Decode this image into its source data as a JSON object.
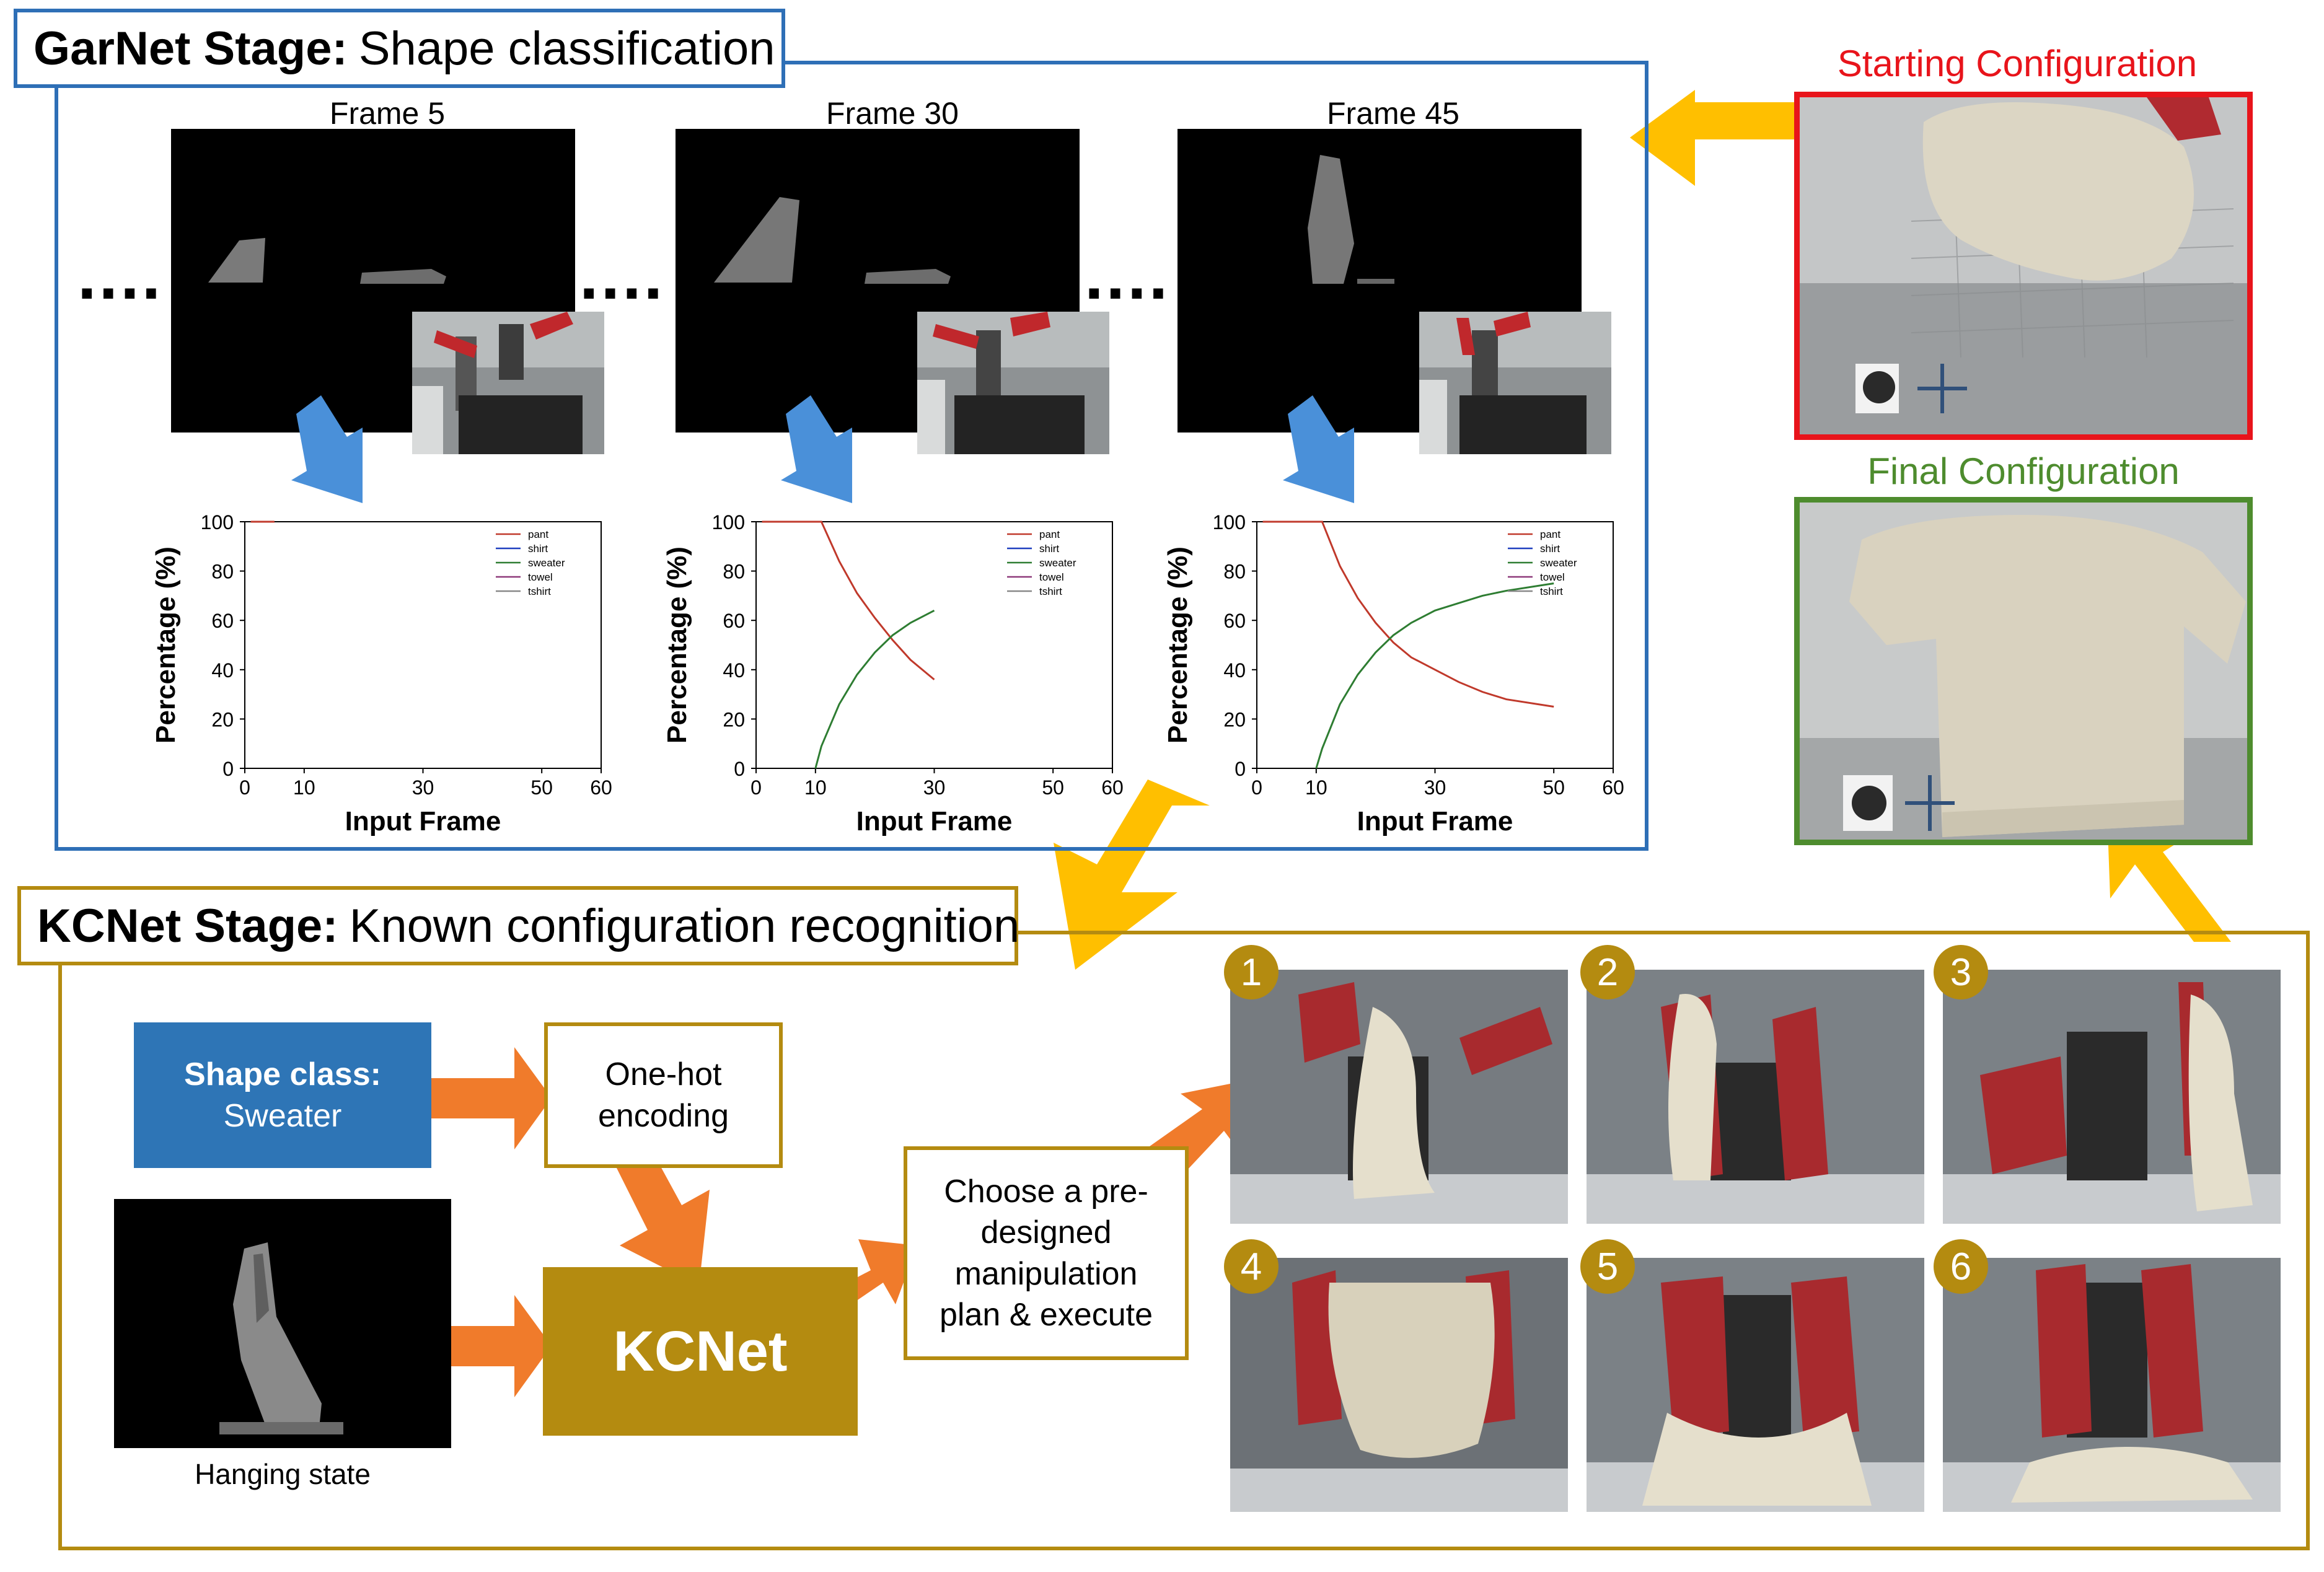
{
  "garnet": {
    "title_bold": "GarNet Stage:",
    "title_rest": "Shape classification",
    "frames": [
      {
        "label": "Frame 5"
      },
      {
        "label": "Frame 30"
      },
      {
        "label": "Frame 45"
      }
    ],
    "ellipsis": "...."
  },
  "config": {
    "starting_label": "Starting Configuration",
    "final_label": "Final Configuration",
    "starting_color": "#e8141b",
    "final_color": "#4e8c2e"
  },
  "kcnet": {
    "title_bold": "KCNet Stage:",
    "title_rest": "Known configuration recognition",
    "shape_class_label": "Shape class:",
    "shape_class_value": "Sweater",
    "onehot_line1": "One-hot",
    "onehot_line2": "encoding",
    "kcnet_label": "KCNet",
    "choose_lines": [
      "Choose a pre-",
      "designed",
      "manipulation",
      "plan & execute"
    ],
    "hanging_label": "Hanging state",
    "steps": [
      "1",
      "2",
      "3",
      "4",
      "5",
      "6"
    ]
  },
  "colors": {
    "garnet_border": "#2e6fb6",
    "kcnet_border": "#b48b10",
    "shape_class_fill": "#2e75b6",
    "kcnet_fill": "#b48b10",
    "yellow_arrow": "#ffbf00",
    "orange_arrow": "#f07b2b",
    "blue_arrow": "#4a90d9"
  },
  "chart_data": [
    {
      "type": "line",
      "xlabel": "Input Frame",
      "ylabel": "Percentage (%)",
      "xlim": [
        0,
        60
      ],
      "ylim": [
        0,
        100
      ],
      "xticks": [
        0,
        10,
        30,
        50,
        60
      ],
      "yticks": [
        0,
        20,
        40,
        60,
        80,
        100
      ],
      "legend": [
        "pant",
        "shirt",
        "sweater",
        "towel",
        "tshirt"
      ],
      "legend_position": "top-right",
      "series": [
        {
          "name": "pant",
          "color": "#c0392b",
          "x": [
            1,
            5
          ],
          "y": [
            100,
            100
          ]
        }
      ]
    },
    {
      "type": "line",
      "xlabel": "Input Frame",
      "ylabel": "Percentage (%)",
      "xlim": [
        0,
        60
      ],
      "ylim": [
        0,
        100
      ],
      "xticks": [
        0,
        10,
        30,
        50,
        60
      ],
      "yticks": [
        0,
        20,
        40,
        60,
        80,
        100
      ],
      "legend": [
        "pant",
        "shirt",
        "sweater",
        "towel",
        "tshirt"
      ],
      "legend_position": "top-right",
      "series": [
        {
          "name": "pant",
          "color": "#c0392b",
          "x": [
            1,
            8,
            11,
            14,
            17,
            20,
            23,
            26,
            30
          ],
          "y": [
            100,
            100,
            100,
            84,
            71,
            61,
            52,
            44,
            36
          ]
        },
        {
          "name": "sweater",
          "color": "#2e7d32",
          "x": [
            10,
            11,
            14,
            17,
            20,
            23,
            26,
            30
          ],
          "y": [
            0,
            9,
            26,
            38,
            47,
            54,
            59,
            64
          ]
        }
      ]
    },
    {
      "type": "line",
      "xlabel": "Input Frame",
      "ylabel": "Percentage (%)",
      "xlim": [
        0,
        60
      ],
      "ylim": [
        0,
        100
      ],
      "xticks": [
        0,
        10,
        30,
        50,
        60
      ],
      "yticks": [
        0,
        20,
        40,
        60,
        80,
        100
      ],
      "legend": [
        "pant",
        "shirt",
        "sweater",
        "towel",
        "tshirt"
      ],
      "legend_position": "top-right",
      "series": [
        {
          "name": "pant",
          "color": "#c0392b",
          "x": [
            1,
            8,
            11,
            14,
            17,
            20,
            23,
            26,
            30,
            34,
            38,
            42,
            50
          ],
          "y": [
            100,
            100,
            100,
            82,
            69,
            59,
            51,
            45,
            40,
            35,
            31,
            28,
            25
          ]
        },
        {
          "name": "sweater",
          "color": "#2e7d32",
          "x": [
            10,
            11,
            14,
            17,
            20,
            23,
            26,
            30,
            34,
            38,
            42,
            50
          ],
          "y": [
            0,
            8,
            26,
            38,
            47,
            54,
            59,
            64,
            67,
            70,
            72,
            75
          ]
        }
      ]
    }
  ]
}
